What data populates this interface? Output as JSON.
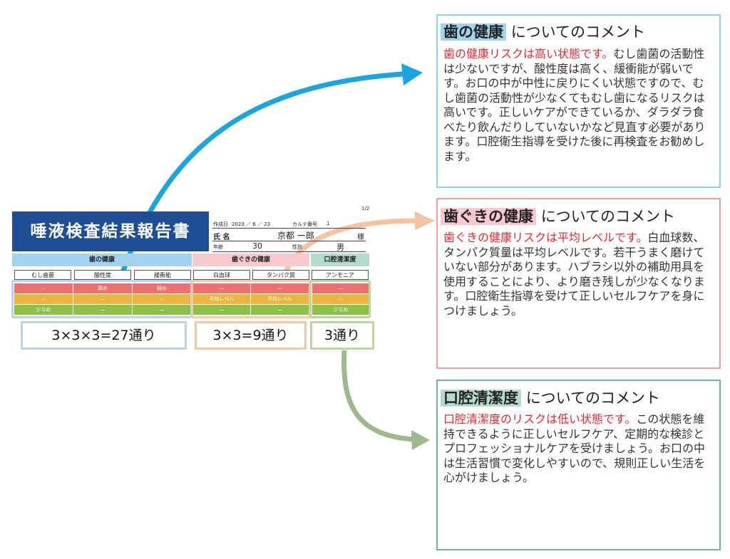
{
  "report": {
    "title": "唾液検査結果報告書",
    "page": "1/2",
    "created_label": "作成日",
    "created_value": "2023 ／ 6 ／ 23",
    "chart_no_label": "カルテ番号",
    "chart_no_value": "1",
    "name_label": "氏 名",
    "name_value": "京都 一郎",
    "honorific": "様",
    "age_label": "年齢",
    "age_value": "30",
    "sex_label": "性別",
    "sex_value": "男",
    "categories": [
      "歯の健康",
      "歯ぐきの健康",
      "口腔清潔度"
    ],
    "columns": [
      "むし歯菌",
      "酸性度",
      "緩衝能",
      "白血球",
      "タンパク質",
      "アンモニア"
    ],
    "rows": [
      [
        "—",
        "高め",
        "弱め",
        "—",
        "—",
        "—"
      ],
      [
        "—",
        "—",
        "—",
        "平均レベル",
        "平均レベル",
        "—"
      ],
      [
        "少なめ",
        "—",
        "—",
        "—",
        "—",
        "少なめ"
      ]
    ],
    "combo_counts": [
      "3×3×3=27通り",
      "3×3=9通り",
      "3通り"
    ]
  },
  "comments": [
    {
      "title": "歯の健康",
      "suffix": "についてのコメント",
      "lead": "歯の健康リスクは高い状態です。",
      "body": "むし歯菌の活動性は少ないですが、酸性度は高く、緩衝能が弱いです。お口の中が中性に戻りにくい状態ですので、むし歯菌の活動性が少なくてもむし歯になるリスクは高いです。正しいケアができているか、ダラダラ食べたり飲んだりしていないかなど見直す必要があります。口腔衛生指導を受けた後に再検査をお勧めします。"
    },
    {
      "title": "歯ぐきの健康",
      "suffix": "についてのコメント",
      "lead": "歯ぐきの健康リスクは平均レベルです。",
      "body": "白血球数、タンパク質量は平均レベルです。若干うまく磨けていない部分があります。ハブラシ以外の補助用具を使用することにより、より磨き残しが少なくなります。口腔衛生指導を受けて正しいセルフケアを身につけましょう。"
    },
    {
      "title": "口腔清潔度",
      "suffix": "についてのコメント",
      "lead": "口腔清潔度のリスクは低い状態です。",
      "body": "この状態を維持できるように正しいセルフケア、定期的な検診とプロフェッショナルケアを受けましょう。お口の中は生活習慣で変化しやすいので、規則正しい生活を心がけましょう。"
    }
  ],
  "colors": {
    "report_title_bg": "#1f4e97",
    "teeth": "#9fd3ee",
    "gum": "#f7c9cd",
    "clean": "#b4dccd",
    "arrow_teeth": "#1aa4e0",
    "arrow_gum": "#f7c2a0",
    "arrow_clean": "#9fb98e",
    "lead_text": "#e8242e"
  }
}
